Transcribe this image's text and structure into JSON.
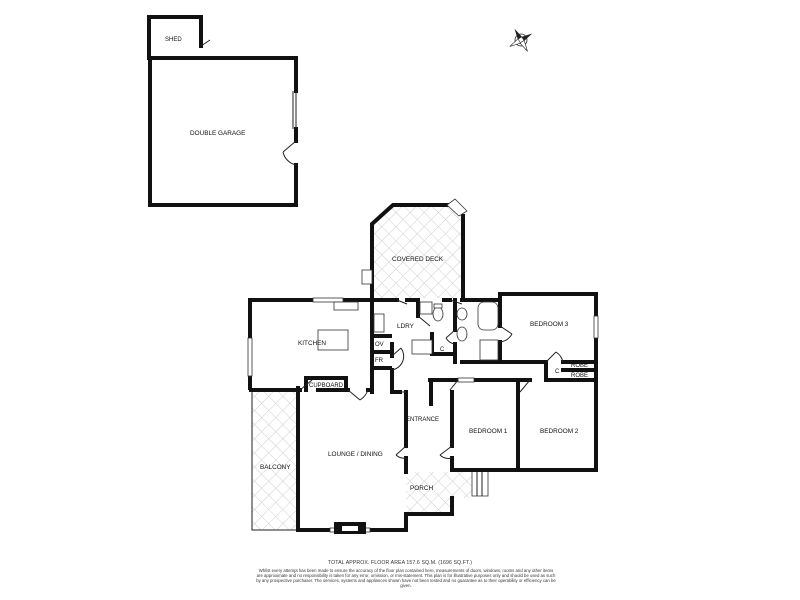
{
  "rooms": {
    "shed": "SHED",
    "double_garage": "DOUBLE GARAGE",
    "covered_deck": "COVERED DECK",
    "ldry": "LDRY",
    "kitchen": "KITCHEN",
    "ov": "OV",
    "fr": "FR",
    "cupboard": "CUPBOARD",
    "c_ldry": "C",
    "bedroom3": "BEDROOM 3",
    "c_bed": "C",
    "robe_a": "ROBE",
    "robe_b": "ROBE",
    "entrance": "ENTRANCE",
    "bedroom1": "BEDROOM 1",
    "bedroom2": "BEDROOM 2",
    "balcony": "BALCONY",
    "lounge_dining": "LOUNGE / DINING",
    "porch": "PORCH"
  },
  "footer": {
    "area": "TOTAL APPROX. FLOOR AREA 157.6 SQ.M. (1696 SQ.FT.)",
    "disclaimer": "Whilst every attempt has been made to ensure the accuracy of the floor plan contained here, measurements of doors, windows, rooms and any other items are approximate and no responsibility is taken for any error, omission, or mis-statement. This plan is for illustrative purposes only and should be used as such by any prospective purchaser. The services, systems and appliances shown have not been tested and no guarantee as to their operability or efficiency can be given."
  },
  "compass": {
    "icon": "compass-rose-icon"
  },
  "colors": {
    "wall": "#111111",
    "hatch": "#cfcfcf",
    "background": "#ffffff"
  }
}
